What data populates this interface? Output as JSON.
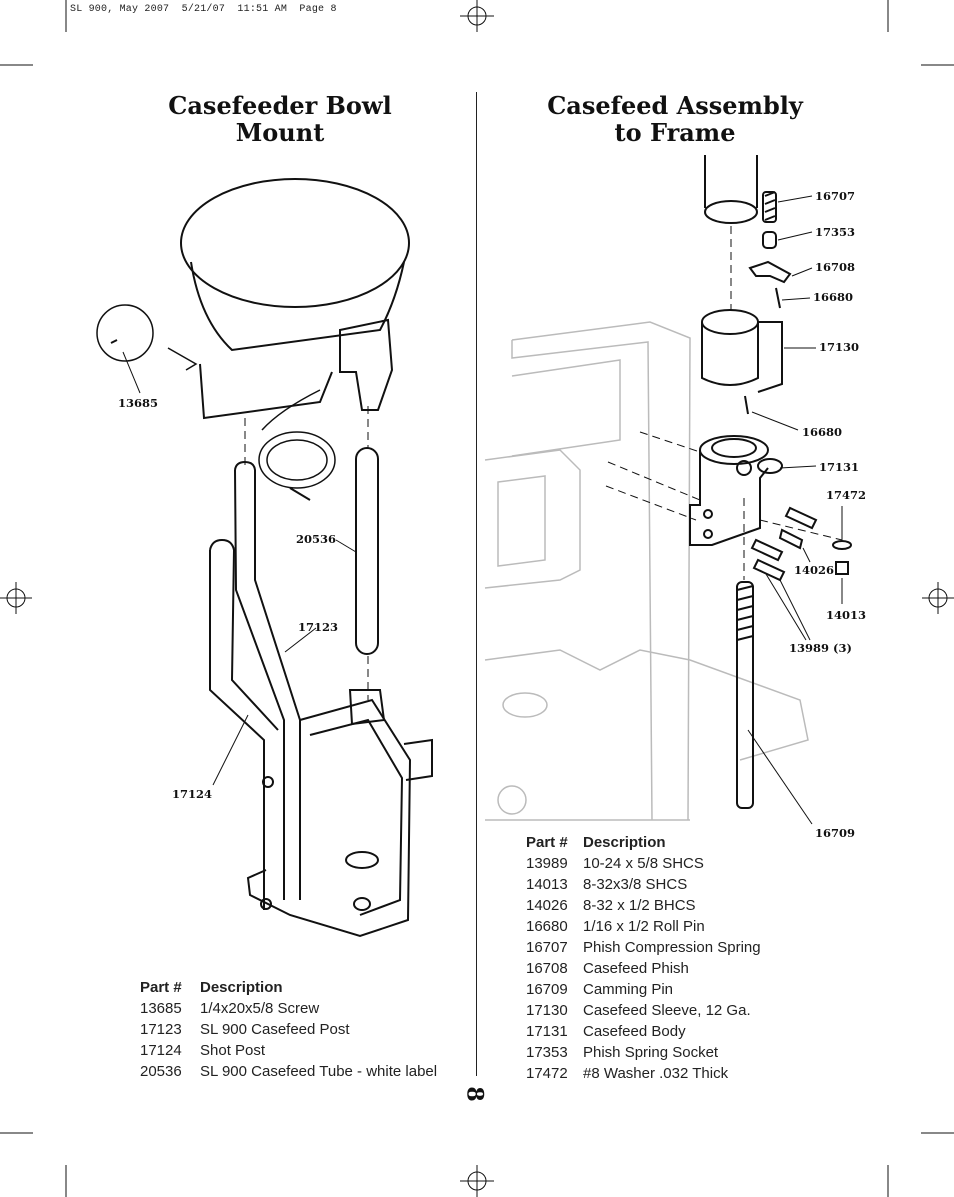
{
  "slug": "SL 900, May 2007  5/21/07  11:51 AM  Page 8",
  "left": {
    "title": "Casefeeder Bowl Mount",
    "callouts": [
      "13685",
      "20536",
      "17123",
      "17124"
    ],
    "table": {
      "header": {
        "part": "Part #",
        "desc": "Description"
      },
      "rows": [
        {
          "part": "13685",
          "desc": "1/4x20x5/8 Screw"
        },
        {
          "part": "17123",
          "desc": "SL 900 Casefeed Post"
        },
        {
          "part": "17124",
          "desc": "Shot Post"
        },
        {
          "part": "20536",
          "desc": "SL 900 Casefeed Tube - white label"
        }
      ]
    }
  },
  "right": {
    "title_line1": "Casefeed Assembly",
    "title_line2": "to Frame",
    "callouts": [
      "16707",
      "17353",
      "16708",
      "16680",
      "17130",
      "16680",
      "17131",
      "17472",
      "14026",
      "14013",
      "13989 (3)",
      "16709"
    ],
    "table": {
      "header": {
        "part": "Part #",
        "desc": "Description"
      },
      "rows": [
        {
          "part": "13989",
          "desc": "10-24 x 5/8 SHCS"
        },
        {
          "part": "14013",
          "desc": "8-32x3/8 SHCS"
        },
        {
          "part": "14026",
          "desc": "8-32 x 1/2 BHCS"
        },
        {
          "part": "16680",
          "desc": "1/16 x 1/2 Roll Pin"
        },
        {
          "part": "16707",
          "desc": "Phish Compression Spring"
        },
        {
          "part": "16708",
          "desc": "Casefeed Phish"
        },
        {
          "part": "16709",
          "desc": "Camming Pin"
        },
        {
          "part": "17130",
          "desc": "Casefeed Sleeve, 12 Ga."
        },
        {
          "part": "17131",
          "desc": "Casefeed Body"
        },
        {
          "part": "17353",
          "desc": "Phish Spring Socket"
        },
        {
          "part": "17472",
          "desc": "#8 Washer .032 Thick"
        }
      ]
    }
  },
  "page_number": "8"
}
